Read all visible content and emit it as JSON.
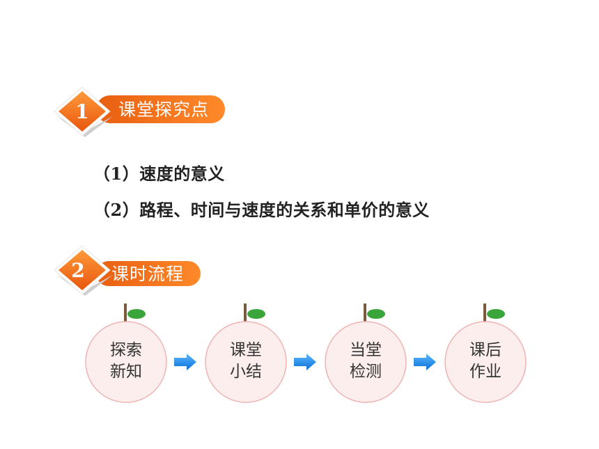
{
  "section1": {
    "number": "1",
    "title": "课堂探究点"
  },
  "points": [
    "（1）速度的意义",
    "（2）路程、时间与速度的关系和单价的意义"
  ],
  "section2": {
    "number": "2",
    "title": "课时流程"
  },
  "flow": {
    "steps": [
      {
        "line1": "探索",
        "line2": "新知"
      },
      {
        "line1": "课堂",
        "line2": "小结"
      },
      {
        "line1": "当堂",
        "line2": "检测"
      },
      {
        "line1": "课后",
        "line2": "作业"
      }
    ]
  },
  "colors": {
    "orange": "#f26a0f",
    "orange_light": "#ff9a3c",
    "leaf_green": "#3aa53a",
    "stem_brown": "#7a5a3a",
    "circle_pink": "#fdeeee",
    "circle_border": "#efb3b3",
    "arrow_blue": "#1e90ff"
  }
}
